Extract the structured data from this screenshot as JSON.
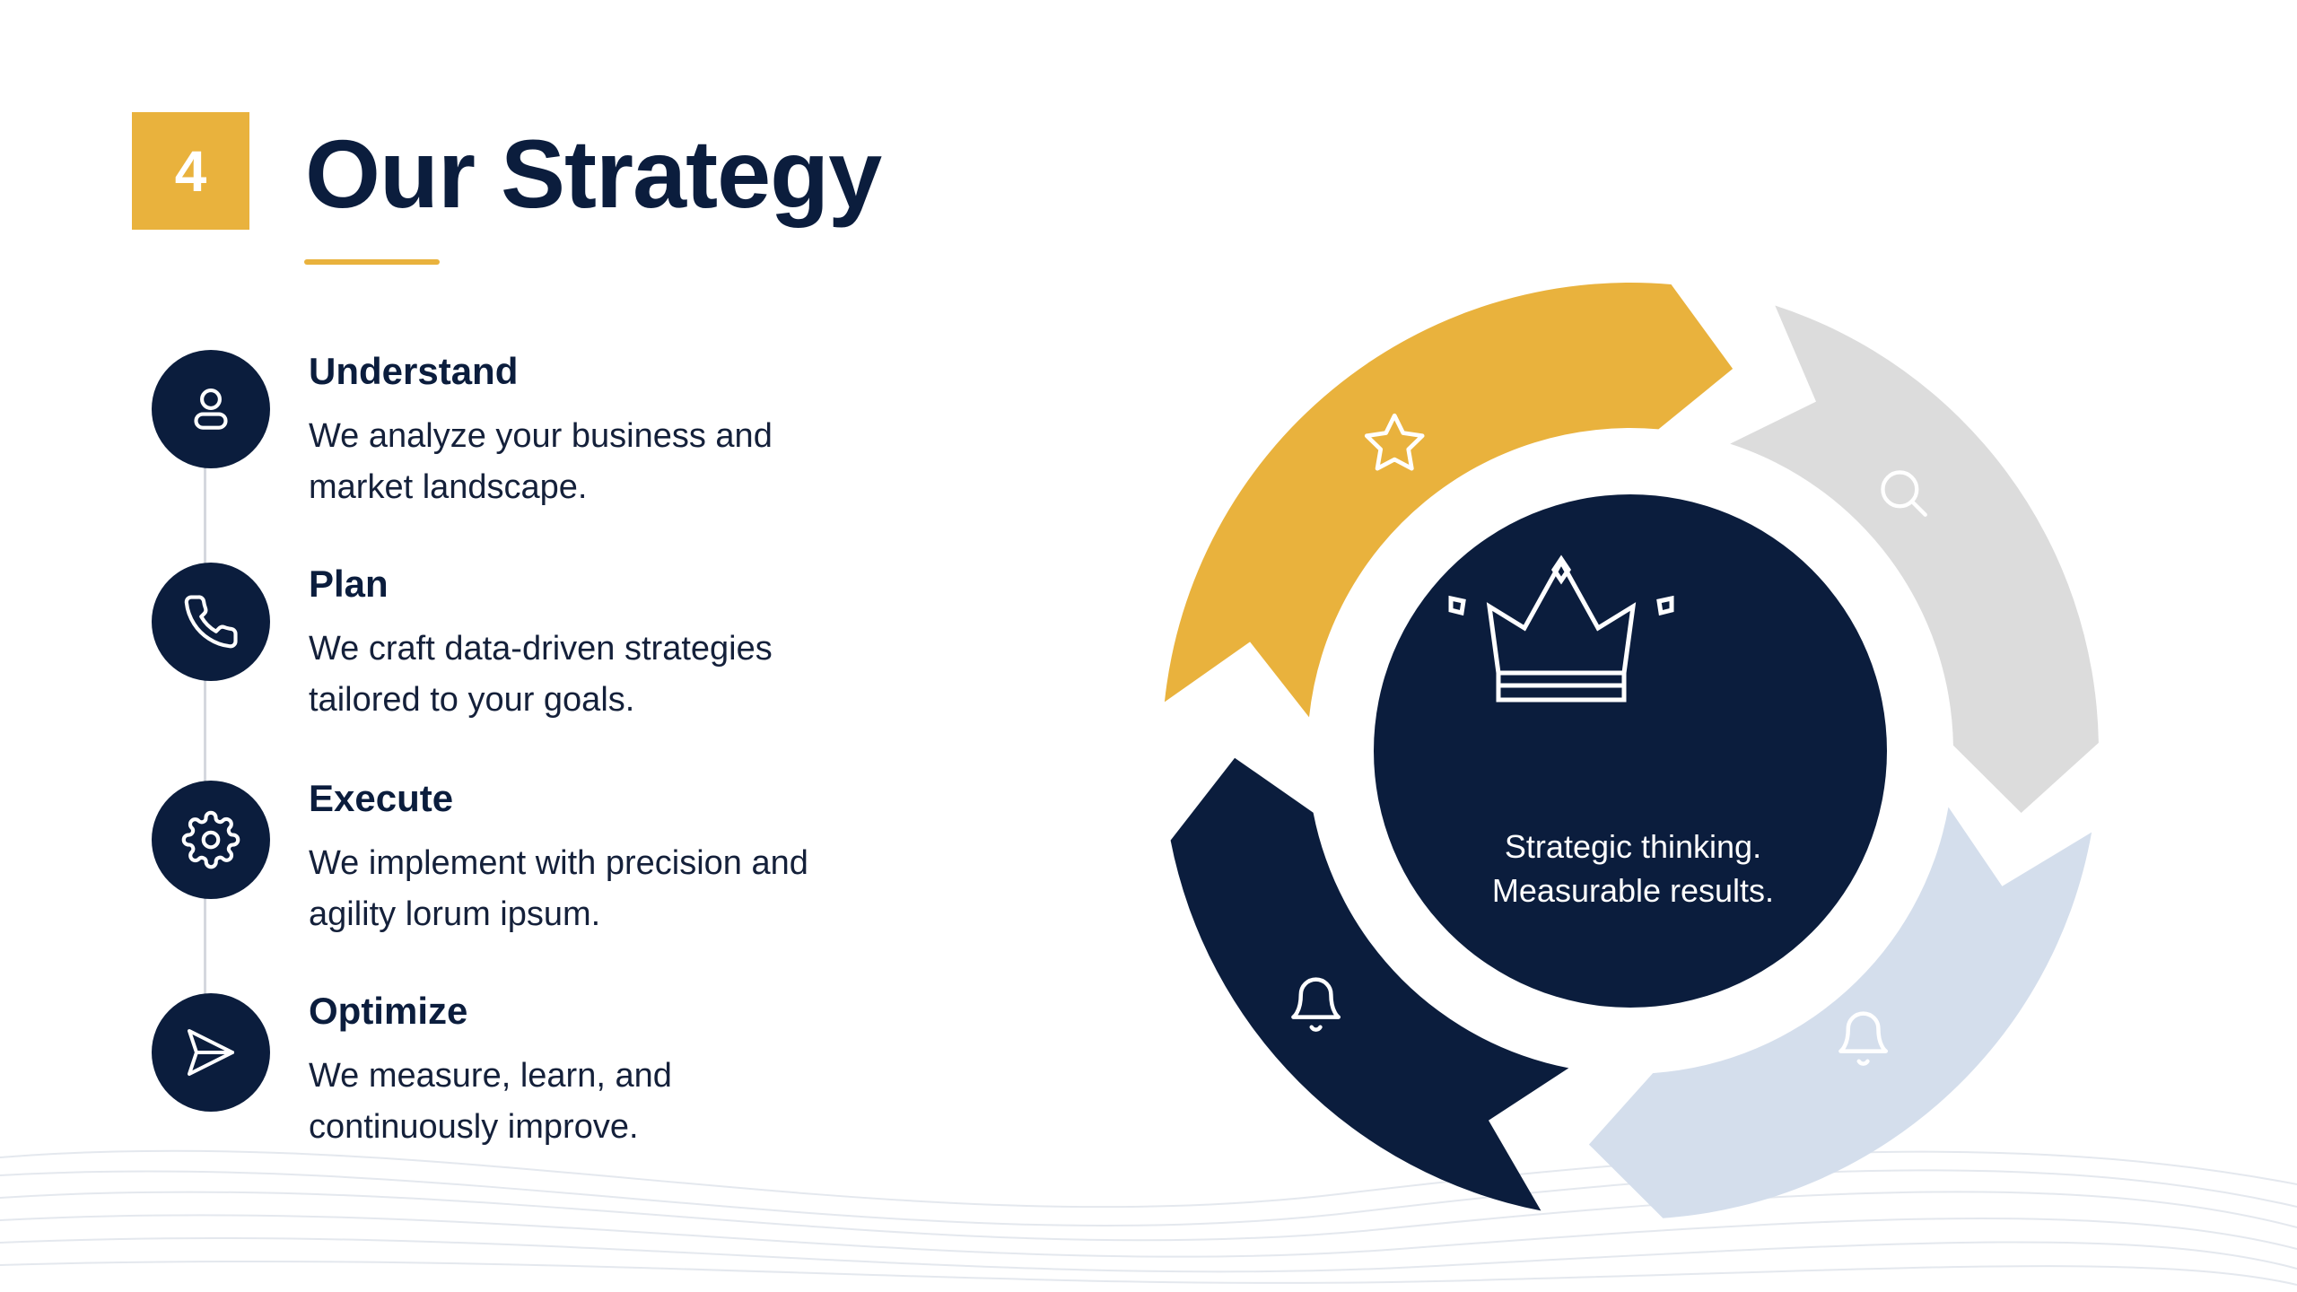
{
  "slide": {
    "number": "4",
    "title": "Our Strategy"
  },
  "steps": [
    {
      "title": "Understand",
      "desc_line1": "We analyze your business and",
      "desc_line2": "market landscape.",
      "icon": "user-icon"
    },
    {
      "title": "Plan",
      "desc_line1": "We craft data-driven strategies",
      "desc_line2": "tailored to your goals.",
      "icon": "phone-icon"
    },
    {
      "title": "Execute",
      "desc_line1": "We implement with precision and",
      "desc_line2": "agility lorum ipsum.",
      "icon": "gear-icon"
    },
    {
      "title": "Optimize",
      "desc_line1": "We measure, learn, and",
      "desc_line2": "continuously improve.",
      "icon": "send-icon"
    }
  ],
  "cycle": {
    "center_line1": "Strategic thinking.",
    "center_line2": "Measurable results.",
    "center_icon": "crown-icon",
    "segments": [
      {
        "color": "#e9b23d",
        "icon": "star-icon"
      },
      {
        "color": "#dcdcdc",
        "icon": "search-icon"
      },
      {
        "color": "#d4deec",
        "icon": "bell-icon"
      },
      {
        "color": "#0b1d3d",
        "icon": "bell-icon"
      }
    ]
  },
  "colors": {
    "navy": "#0b1d3d",
    "gold": "#e9b23d",
    "light_gray": "#dcdcdc",
    "light_blue": "#d4deec"
  }
}
